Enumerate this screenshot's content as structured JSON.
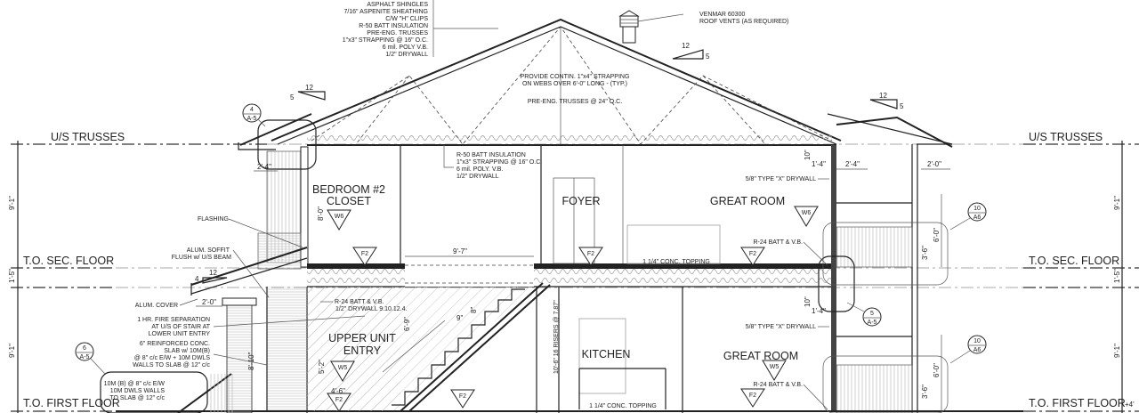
{
  "levels": {
    "us_trusses": "U/S TRUSSES",
    "to_sec_floor": "T.O. SEC. FLOOR",
    "to_first_floor": "T.O. FIRST FLOOR",
    "right_first_floor_suffix": "+4'"
  },
  "level_dims": {
    "upper_height": "9'-1\"",
    "floor_depth": "1'-5\"",
    "lower_height": "9'-1\""
  },
  "roof_assembly_note": [
    "ASPHALT SHINGLES",
    "7/16\" ASPENITE SHEATHING",
    "C/W \"H\" CLIPS",
    "R-50 BATT INSULATION",
    "PRE-ENG. TRUSSES",
    "1\"x3\" STRAPPING @ 16\" O.C.",
    "6 mil. POLY V.B.",
    "1/2\" DRYWALL"
  ],
  "vent_note": [
    "VENMAR 60300",
    "ROOF VENTS (AS REQUIRED)"
  ],
  "truss_notes": {
    "strapping": [
      "PROVIDE CONTIN. 1\"x4\" STRAPPING",
      "ON WEBS OVER 6'-0\" LONG - (TYP.)"
    ],
    "trusses": "PRE-ENG. TRUSSES @ 24\" O.C."
  },
  "ceiling_note": [
    "R-50 BATT INSULATION",
    "1\"x3\" STRAPPING @ 16\" O.C.",
    "6 mil. POLY. V.B.",
    "1/2\" DRYWALL"
  ],
  "slopes": {
    "main_rise": "5",
    "main_run": "12",
    "left_rise": "5",
    "left_run": "12",
    "right_rise": "5",
    "right_run": "12",
    "canopy_rise": "4",
    "canopy_run": "12"
  },
  "rooms": {
    "bedroom_closet": [
      "BEDROOM #2",
      "CLOSET"
    ],
    "foyer": "FOYER",
    "great_room_upper": "GREAT ROOM",
    "upper_unit_entry": [
      "UPPER UNIT",
      "ENTRY"
    ],
    "kitchen": "KITCHEN",
    "great_room_lower": "GREAT ROOM"
  },
  "left_notes": {
    "flashing": "FLASHING",
    "soffit": [
      "ALUM. SOFFIT",
      "FLUSH w/ U/S BEAM"
    ],
    "cover": "ALUM. COVER",
    "fire_sep": [
      "1 HR. FIRE SEPARATION",
      "AT U/S OF STAIR AT",
      "LOWER UNIT ENTRY"
    ],
    "slab": [
      "6\" REINFORCED CONC.",
      "SLAB w/ 10M(B)",
      "@ 8\" c/c E/W + 10M DWLS",
      "WALLS TO SLAB @ 12\" c/c"
    ],
    "slab_box": [
      "10M (B) @ 8\" c/c E/W",
      "10M DWLS WALLS",
      "TO SLAB @ 12\" c/c"
    ]
  },
  "interior_notes": {
    "r24_left": "R-24 BATT & V.B.",
    "drywall_left": "1/2\" DRYWALL 9.10.12.4.",
    "type_x_upper": "5/8\" TYPE \"X\" DRYWALL",
    "r24_upper": "R-24 BATT & V.B.",
    "conc_upper": "1 1/4\" CONC. TOPPING",
    "type_x_lower": "5/8\" TYPE \"X\" DRYWALL",
    "r24_lower": "R-24 BATT & V.B.",
    "conc_lower": "1 1/4\" CONC. TOPPING",
    "risers": "10'-6\" 16 RISERS @ 7.87\""
  },
  "dimensions": {
    "left_eave": "2'-4\"",
    "bedroom_height": "8'-0\"",
    "stair_opening": "9'-7\"",
    "canopy": "2'-0\"",
    "entry_height": "8'-10\"",
    "entry_clear": "6'-9\"",
    "entry_low": "5'-2\"",
    "tread": "9\"",
    "riser": "8\"",
    "right_drop_upper": "10\"",
    "right_ledge_upper": "1'-4\"",
    "right_overhang": "2'-4\"",
    "right_eave": "2'-0\"",
    "right_drop_lower": "10\"",
    "right_ledge_lower": "1'-4\"",
    "rail_upper_a": "3'-6\"",
    "rail_upper_b": "6'-0\"",
    "rail_lower_a": "3'-6\"",
    "rail_lower_b": "6'-0\"",
    "landing": "4'-6\""
  },
  "tags": {
    "w6_a": "W6",
    "w6_b": "W6",
    "w5_a": "W5",
    "w5_b": "W5",
    "f2_a": "F2",
    "f2_b": "F2",
    "f2_c": "F2",
    "f2_d": "F2",
    "f2_e": "F2",
    "f2_f": "F2"
  },
  "callouts": [
    {
      "num": "4",
      "sheet": "A-5"
    },
    {
      "num": "5",
      "sheet": "A-5"
    },
    {
      "num": "6",
      "sheet": "A-5"
    },
    {
      "num": "10",
      "sheet": "A6"
    },
    {
      "num": "10",
      "sheet": "A6"
    }
  ]
}
